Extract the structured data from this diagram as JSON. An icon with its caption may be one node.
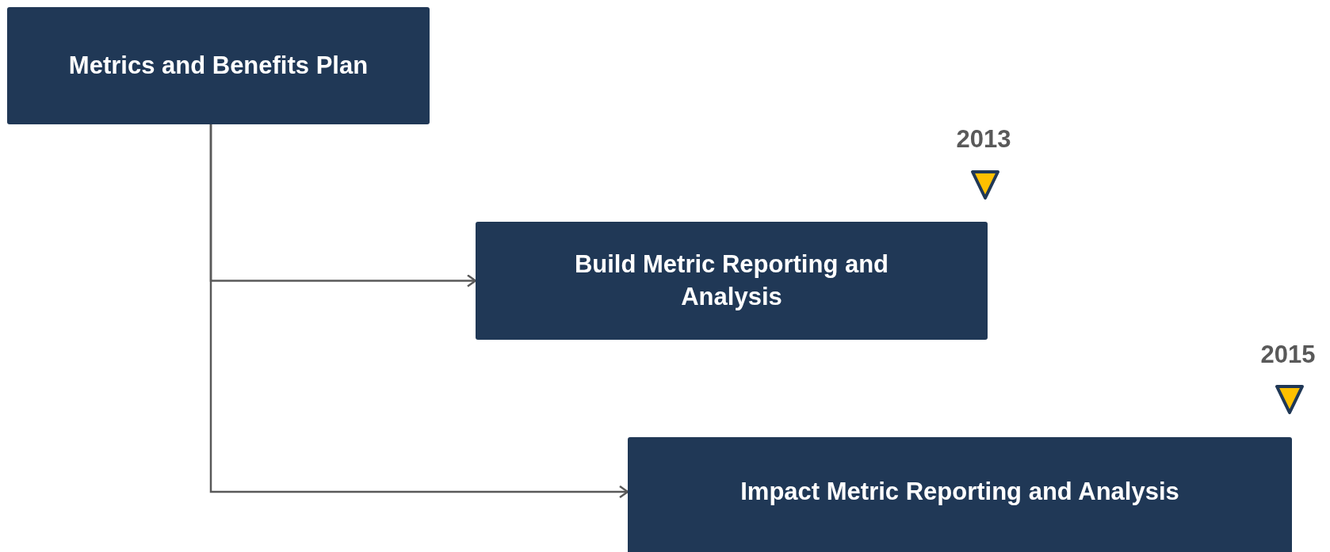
{
  "diagram": {
    "nodes": [
      {
        "text": [
          "Metrics and Benefits Plan"
        ]
      },
      {
        "text": [
          "Build Metric Reporting and Analysis"
        ],
        "beside": [
          "2013"
        ]
      },
      {
        "text": [
          "Impact Metric Reporting and Analysis"
        ],
        "beside": [
          "2015"
        ]
      }
    ],
    "edges": [
      {
        "from": 0,
        "to": 1,
        "arrow": "to"
      },
      {
        "from": 0,
        "to": 2,
        "arrow": "to"
      }
    ]
  }
}
